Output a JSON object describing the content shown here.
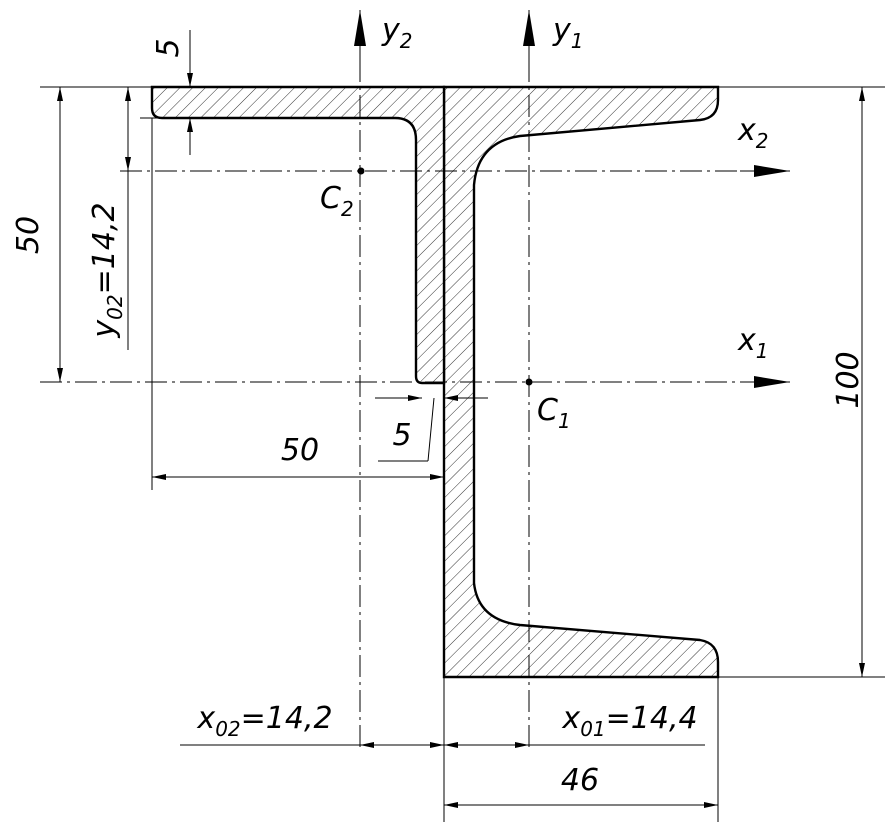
{
  "axes": {
    "y2": {
      "base": "y",
      "sub": "2"
    },
    "y1": {
      "base": "y",
      "sub": "1"
    },
    "x2": {
      "base": "x",
      "sub": "2"
    },
    "x1": {
      "base": "x",
      "sub": "1"
    }
  },
  "centroids": {
    "c2": {
      "base": "C",
      "sub": "2"
    },
    "c1": {
      "base": "C",
      "sub": "1"
    }
  },
  "dims": {
    "flange_thickness": "5",
    "angle_height": "50",
    "y02_prefix": "y",
    "y02_sub": "02",
    "y02_value": "=14,2",
    "channel_height": "100",
    "web_thickness": "5",
    "angle_width": "50",
    "x02_prefix": "x",
    "x02_sub": "02",
    "x02_value": "=14,2",
    "x01_prefix": "x",
    "x01_sub": "01",
    "x01_value": "=14,4",
    "channel_width": "46"
  }
}
